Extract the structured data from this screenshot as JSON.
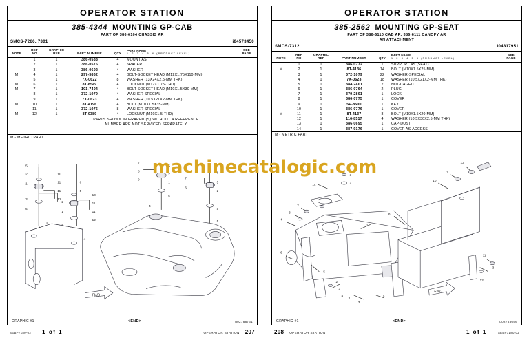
{
  "watermark": "machinecatalogic.com",
  "columns": {
    "note": "NOTE",
    "ref_no_1": "REF",
    "ref_no_2": "NO",
    "graphic_1": "GRAPHIC",
    "graphic_2": "REF",
    "part_number": "PART NUMBER",
    "qty": "QTY",
    "part_name": "PART NAME",
    "level_bar": "1  2  3  4  5  6",
    "product_level": "(PRODUCT LEVEL)",
    "see_page_1": "SEE",
    "see_page_2": "PAGE"
  },
  "left_page": {
    "section_title": "OPERATOR STATION",
    "assembly_number": "385-4344",
    "assembly_name": "MOUNTING GP-CAB",
    "subtitle": "PART OF 386-6104 CHASSIS AR",
    "subtitle2": "",
    "smcs": "SMCS-7266, 7301",
    "doc_id": "i04573450",
    "rows": [
      {
        "note": "",
        "ref": "1",
        "graphic": "1",
        "part": "386-0588",
        "qty": "4",
        "name": "MOUNT AS",
        "page": ""
      },
      {
        "note": "",
        "ref": "2",
        "graphic": "1",
        "part": "386-0576",
        "qty": "4",
        "name": "SPACER",
        "page": ""
      },
      {
        "note": "",
        "ref": "3",
        "graphic": "1",
        "part": "386-0602",
        "qty": "4",
        "name": "WASHER",
        "page": ""
      },
      {
        "note": "M",
        "ref": "4",
        "graphic": "1",
        "part": "297-5862",
        "qty": "4",
        "name": "BOLT-SOCKET HEAD  (M12X1.75X110-MM)",
        "page": ""
      },
      {
        "note": "",
        "ref": "5",
        "graphic": "1",
        "part": "7X-0622",
        "qty": "8",
        "name": "WASHER  (13X24X2.5-MM THK)",
        "page": ""
      },
      {
        "note": "M",
        "ref": "6",
        "graphic": "1",
        "part": "8T-8549",
        "qty": "4",
        "name": "LOCKNUT  (M12X1.75-THD)",
        "page": ""
      },
      {
        "note": "M",
        "ref": "7",
        "graphic": "1",
        "part": "101-7404",
        "qty": "4",
        "name": "BOLT-SOCKET HEAD  (M10X1.5X30-MM)",
        "page": ""
      },
      {
        "note": "",
        "ref": "8",
        "graphic": "1",
        "part": "372-1079",
        "qty": "4",
        "name": "WASHER-SPECIAL",
        "page": ""
      },
      {
        "note": "",
        "ref": "9",
        "graphic": "1",
        "part": "7X-0623",
        "qty": "4",
        "name": "WASHER  (10.5X21X2-MM THK)",
        "page": ""
      },
      {
        "note": "M",
        "ref": "10",
        "graphic": "1",
        "part": "8T-4196",
        "qty": "4",
        "name": "BOLT  (M10X1.5X35-MM)",
        "page": ""
      },
      {
        "note": "",
        "ref": "11",
        "graphic": "1",
        "part": "372-1076",
        "qty": "8",
        "name": "WASHER-SPECIAL",
        "page": ""
      },
      {
        "note": "M",
        "ref": "12",
        "graphic": "1",
        "part": "8T-0389",
        "qty": "4",
        "name": "LOCKNUT  (M10X1.5-THD)",
        "page": ""
      }
    ],
    "note_line_1": "PARTS SHOWN IN GRAPHIC(S) WITHOUT A REFERENCE",
    "note_line_2": "NUMBER ARE NOT SERVICED SEPARATELY",
    "metric_note": "M - METRIC PART",
    "graphic_label": "GRAPHIC #1",
    "end_marker": "<END>",
    "graphic_id": "g02788761",
    "footer_doc": "SEBP7180-02",
    "footer_pageof": "1  of  1",
    "footer_section": "OPERATOR STATION",
    "footer_page_number": "207"
  },
  "right_page": {
    "section_title": "OPERATOR STATION",
    "assembly_number": "385-2562",
    "assembly_name": "MOUNTING GP-SEAT",
    "subtitle": "PART OF 386-6110 CAB AR, 386-6111 CANOPY AR",
    "subtitle2": "AN ATTACHMENT",
    "smcs": "SMCS-7312",
    "doc_id": "i04817951",
    "rows": [
      {
        "note": "",
        "ref": "1",
        "graphic": "1",
        "part": "386-0772",
        "qty": "1",
        "name": "SUPPORT AS  (SEAT)",
        "page": ""
      },
      {
        "note": "M",
        "ref": "2",
        "graphic": "1",
        "part": "8T-4136",
        "qty": "14",
        "name": "BOLT  (M10X1.5X25-MM)",
        "page": ""
      },
      {
        "note": "",
        "ref": "3",
        "graphic": "1",
        "part": "372-1079",
        "qty": "22",
        "name": "WASHER-SPECIAL",
        "page": ""
      },
      {
        "note": "",
        "ref": "4",
        "graphic": "1",
        "part": "7X-0623",
        "qty": "18",
        "name": "WASHER  (10.5X21X2-MM THK)",
        "page": ""
      },
      {
        "note": "",
        "ref": "5",
        "graphic": "1",
        "part": "384-2401",
        "qty": "2",
        "name": "NUT-CAGED",
        "page": ""
      },
      {
        "note": "",
        "ref": "6",
        "graphic": "1",
        "part": "386-0764",
        "qty": "2",
        "name": "PLUG",
        "page": ""
      },
      {
        "note": "",
        "ref": "7",
        "graphic": "1",
        "part": "379-2801",
        "qty": "1",
        "name": "LOCK",
        "page": ""
      },
      {
        "note": "",
        "ref": "8",
        "graphic": "1",
        "part": "386-0775",
        "qty": "1",
        "name": "COVER",
        "page": ""
      },
      {
        "note": "",
        "ref": "9",
        "graphic": "1",
        "part": "5P-8500",
        "qty": "1",
        "name": "KEY",
        "page": ""
      },
      {
        "note": "",
        "ref": "10",
        "graphic": "1",
        "part": "386-0776",
        "qty": "1",
        "name": "COVER",
        "page": ""
      },
      {
        "note": "M",
        "ref": "11",
        "graphic": "1",
        "part": "8T-4137",
        "qty": "8",
        "name": "BOLT  (M10X1.5X20-MM)",
        "page": ""
      },
      {
        "note": "",
        "ref": "12",
        "graphic": "1",
        "part": "116-8517",
        "qty": "4",
        "name": "WASHER  (10.5X30X2.5-MM THK)",
        "page": ""
      },
      {
        "note": "",
        "ref": "13",
        "graphic": "1",
        "part": "386-0695",
        "qty": "1",
        "name": "CAP-DUST",
        "page": ""
      },
      {
        "note": "",
        "ref": "14",
        "graphic": "1",
        "part": "387-9176",
        "qty": "1",
        "name": "COVER AS-ACCESS",
        "page": ""
      }
    ],
    "note_line_1": "",
    "note_line_2": "",
    "metric_note": "M - METRIC PART",
    "graphic_label": "GRAPHIC #1",
    "end_marker": "<END>",
    "graphic_id": "g02783696",
    "footer_doc": "SEBP7180-02",
    "footer_pageof": "1  of  1",
    "footer_section": "OPERATOR STATION",
    "footer_page_number": "208"
  }
}
